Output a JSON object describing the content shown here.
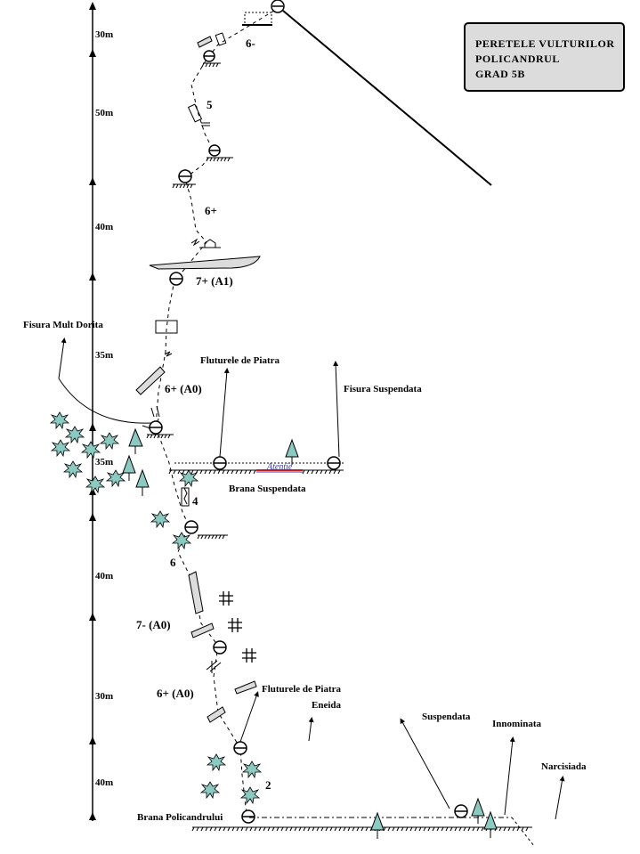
{
  "title": [
    "PERETELE VULTURILOR",
    "POLICANDRUL",
    "GRAD 5B"
  ],
  "scale_labels": [
    "30m",
    "50m",
    "40m",
    "35m",
    "35m",
    "40m",
    "30m",
    "40m"
  ],
  "grades": [
    "6-",
    "5",
    "6+",
    "7+ (A1)",
    "6+ (A0)",
    "4",
    "6",
    "7- (A0)",
    "6+ (A0)",
    "2"
  ],
  "places": {
    "fisura_mult_dorita": "Fisura Mult Dorita",
    "fluturele_upper": "Fluturele de Piatra",
    "fisura_suspendata": "Fisura Suspendata",
    "atentie": "Atentie",
    "brana_suspendata": "Brana Suspendata",
    "fluturele_lower": "Fluturele de Piatra",
    "eneida": "Eneida",
    "suspendata": "Suspendata",
    "innominata": "Innominata",
    "narcisiada": "Narcisiada",
    "brana_policandrului": "Brana Policandrului"
  }
}
